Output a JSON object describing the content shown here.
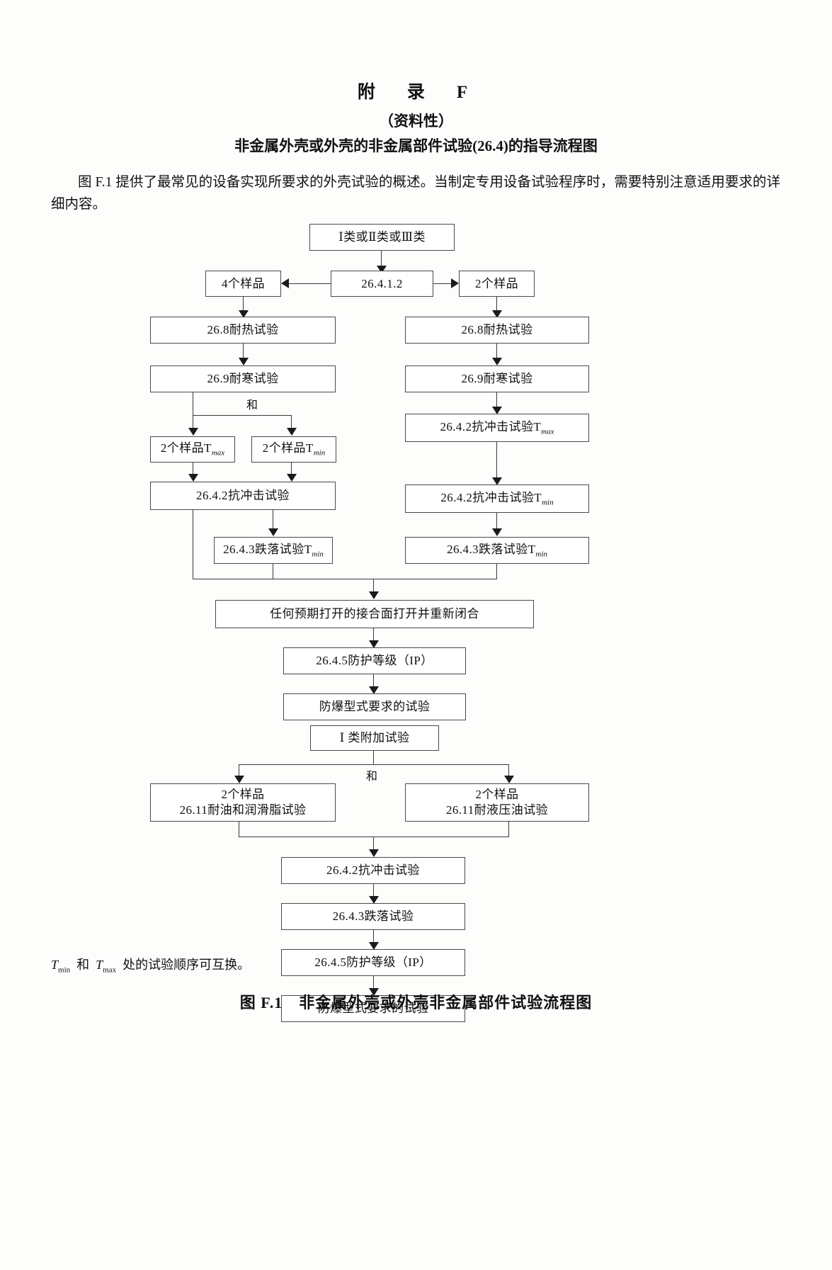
{
  "document": {
    "appendix_title": "附　录　F",
    "normative_tag": "（资料性）",
    "subject": "非金属外壳或外壳的非金属部件试验(26.4)的指导流程图",
    "paragraph": "图 F.1 提供了最常见的设备实现所要求的外壳试验的概述。当制定专用设备试验程序时，需要特别注意适用要求的详细内容。",
    "footnote": "Tmin 和 Tmax 处的试验顺序可互换。",
    "figure_caption": "图 F.1　非金属外壳或外壳非金属部件试验流程图"
  },
  "chart_data": {
    "type": "flowchart",
    "title": "非金属外壳或外壳非金属部件试验流程图",
    "nodes": [
      {
        "id": "n1",
        "label": "Ⅰ类或Ⅱ类或Ⅲ类"
      },
      {
        "id": "n2",
        "label": "26.4.1.2"
      },
      {
        "id": "n3",
        "label": "4个样品"
      },
      {
        "id": "n4",
        "label": "2个样品"
      },
      {
        "id": "n5",
        "label": "26.8耐热试验"
      },
      {
        "id": "n6",
        "label": "26.9耐寒试验"
      },
      {
        "id": "n7",
        "label": "2个样品T",
        "sub": "max"
      },
      {
        "id": "n8",
        "label": "2个样品T",
        "sub": "min"
      },
      {
        "id": "n9",
        "label": "26.4.2抗冲击试验"
      },
      {
        "id": "n10",
        "label": "26.4.3跌落试验T",
        "sub": "min"
      },
      {
        "id": "n11",
        "label": "26.8耐热试验"
      },
      {
        "id": "n12",
        "label": "26.9耐寒试验"
      },
      {
        "id": "n13",
        "label": "26.4.2抗冲击试验T",
        "sub": "max"
      },
      {
        "id": "n14",
        "label": "26.4.2抗冲击试验T",
        "sub": "min"
      },
      {
        "id": "n15",
        "label": "26.4.3跌落试验T",
        "sub": "min"
      },
      {
        "id": "n16",
        "label": "任何预期打开的接合面打开并重新闭合"
      },
      {
        "id": "n17",
        "label": "26.4.5防护等级（IP）"
      },
      {
        "id": "n18",
        "label": "防爆型式要求的试验"
      },
      {
        "id": "n19",
        "label": "Ⅰ 类附加试验"
      },
      {
        "id": "n20",
        "line1": "2个样品",
        "line2": "26.11耐油和润滑脂试验"
      },
      {
        "id": "n21",
        "line1": "2个样品",
        "line2": "26.11耐液压油试验"
      },
      {
        "id": "n22",
        "label": "26.4.2抗冲击试验"
      },
      {
        "id": "n23",
        "label": "26.4.3跌落试验"
      },
      {
        "id": "n24",
        "label": "26.4.5防护等级（IP）"
      },
      {
        "id": "n25",
        "label": "防爆型式要求的试验"
      }
    ],
    "edge_labels": [
      {
        "id": "e-and-1",
        "label": "和"
      },
      {
        "id": "e-and-2",
        "label": "和"
      }
    ],
    "edges": [
      {
        "from": "n1",
        "to": "n2",
        "label": ""
      },
      {
        "from": "n2",
        "to": "n3",
        "label": ""
      },
      {
        "from": "n2",
        "to": "n4",
        "label": ""
      },
      {
        "from": "n3",
        "to": "n5",
        "label": ""
      },
      {
        "from": "n5",
        "to": "n6",
        "label": ""
      },
      {
        "from": "n6",
        "to": "n7",
        "label": "和"
      },
      {
        "from": "n6",
        "to": "n8",
        "label": "和"
      },
      {
        "from": "n7",
        "to": "n9",
        "label": ""
      },
      {
        "from": "n8",
        "to": "n9",
        "label": ""
      },
      {
        "from": "n9",
        "to": "n10",
        "label": ""
      },
      {
        "from": "n4",
        "to": "n11",
        "label": ""
      },
      {
        "from": "n11",
        "to": "n12",
        "label": ""
      },
      {
        "from": "n12",
        "to": "n13",
        "label": ""
      },
      {
        "from": "n13",
        "to": "n14",
        "label": ""
      },
      {
        "from": "n14",
        "to": "n15",
        "label": ""
      },
      {
        "from": "n9",
        "to": "n16",
        "label": ""
      },
      {
        "from": "n10",
        "to": "n16",
        "label": ""
      },
      {
        "from": "n15",
        "to": "n16",
        "label": ""
      },
      {
        "from": "n16",
        "to": "n17",
        "label": ""
      },
      {
        "from": "n17",
        "to": "n18",
        "label": ""
      },
      {
        "from": "n18",
        "to": "n19",
        "label": ""
      },
      {
        "from": "n19",
        "to": "n20",
        "label": "和"
      },
      {
        "from": "n19",
        "to": "n21",
        "label": "和"
      },
      {
        "from": "n20",
        "to": "n22",
        "label": ""
      },
      {
        "from": "n21",
        "to": "n22",
        "label": ""
      },
      {
        "from": "n22",
        "to": "n23",
        "label": ""
      },
      {
        "from": "n23",
        "to": "n24",
        "label": ""
      },
      {
        "from": "n24",
        "to": "n25",
        "label": ""
      }
    ]
  }
}
